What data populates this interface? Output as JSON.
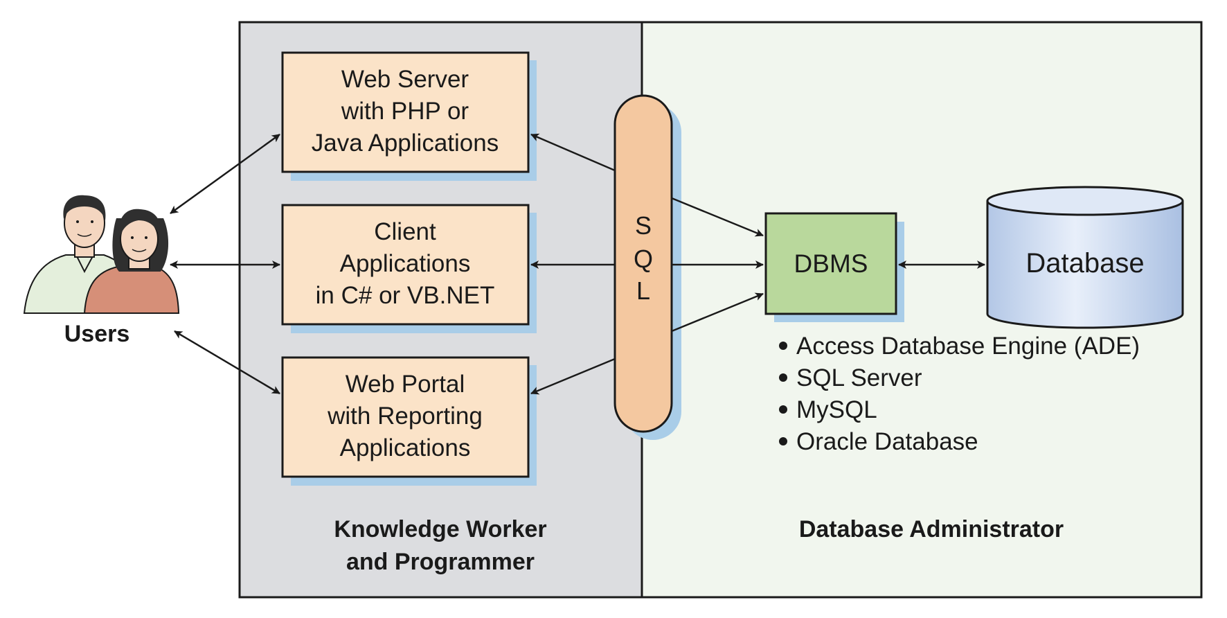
{
  "users": {
    "label": "Users"
  },
  "apps": [
    {
      "lines": [
        "Web Server",
        "with PHP or",
        "Java Applications"
      ]
    },
    {
      "lines": [
        "Client",
        "Applications",
        "in C# or VB.NET"
      ]
    },
    {
      "lines": [
        "Web Portal",
        "with Reporting",
        "Applications"
      ]
    }
  ],
  "sql": {
    "letters": [
      "S",
      "Q",
      "L"
    ]
  },
  "dbms": {
    "label": "DBMS"
  },
  "database": {
    "label": "Database"
  },
  "dbms_products": [
    "Access Database Engine (ADE)",
    "SQL Server",
    "MySQL",
    "Oracle Database"
  ],
  "regions": {
    "left": {
      "lines": [
        "Knowledge Worker",
        "and Programmer"
      ]
    },
    "right": {
      "label": "Database Administrator"
    }
  },
  "colors": {
    "left_panel": "#dcdde0",
    "right_panel": "#f1f6ee",
    "app_box": "#fbe3c8",
    "sql_pill": "#f4c8a0",
    "dbms_box": "#b9d89c",
    "database_fill": "#c9d8ee",
    "shadow": "#a9cde8"
  }
}
